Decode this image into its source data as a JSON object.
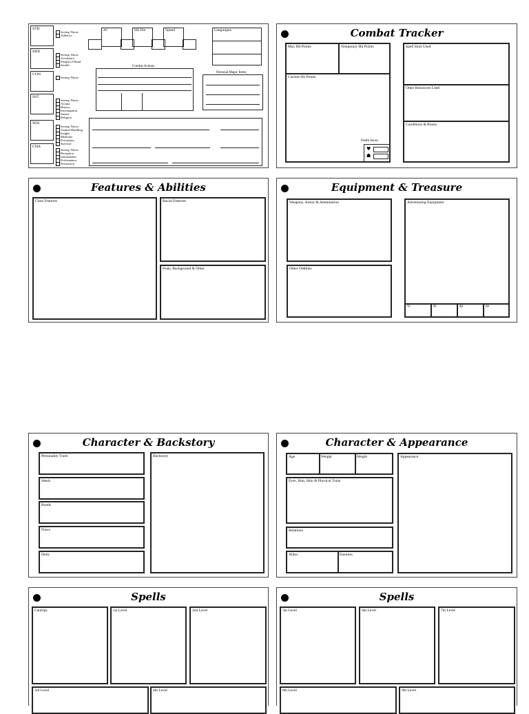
{
  "sheet": {
    "abilities": [
      "STR",
      "DEX",
      "CON",
      "INT",
      "WIS",
      "CHA"
    ],
    "saving": "Saving Throw",
    "skills": {
      "STR": [
        "Saving Throw",
        "Athletics"
      ],
      "DEX": [
        "Saving Throw",
        "Acrobatics",
        "Sleight of Hand",
        "Stealth"
      ],
      "CON": [
        "Saving Throw"
      ],
      "INT": [
        "Saving Throw",
        "Arcana",
        "History",
        "Investigation",
        "Nature",
        "Religion"
      ],
      "WIS": [
        "Saving Throw",
        "Animal Handling",
        "Insight",
        "Medicine",
        "Perception",
        "Survival"
      ],
      "CHA": [
        "Saving Throw",
        "Deception",
        "Intimidation",
        "Performance",
        "Persuasion"
      ]
    },
    "stats": {
      "ac": "AC",
      "hitdie": "Hit Die",
      "speed": "Speed"
    },
    "combat_actions": "Combat Actions",
    "personal_magic": "Personal Magic Items",
    "languages": "Languages"
  },
  "combat": {
    "title": "Combat Tracker",
    "max_hp": "Max Hit Points",
    "temp_hp": "Temporary Hit Points",
    "current_hp": "Current Hit Points",
    "death_saves": "Death Saves",
    "spell_slots": "Spell Slots Used",
    "other_resources": "Other Resources Used",
    "conditions": "Conditions & Boons"
  },
  "features": {
    "title": "Features & Abilities",
    "class": "Class Features",
    "racial": "Racial Features",
    "feats": "Feats, Background & Other"
  },
  "equipment": {
    "title": "Equipment & Treasure",
    "weapons": "Weapons, Armor & Ammunition",
    "adventuring": "Adventuring Equipment",
    "oddities": "Other Oddities",
    "coins": [
      "cp",
      "sp",
      "gp",
      "pp"
    ]
  },
  "backstory": {
    "title": "Character & Backstory",
    "traits": "Personality Traits",
    "ideals": "Ideals",
    "bonds": "Bonds",
    "flaws": "Flaws",
    "deity": "Deity",
    "backstory": "Backstory"
  },
  "appearance": {
    "title": "Character & Appearance",
    "age": "Age",
    "weight": "Weight",
    "height": "Height",
    "eyes": "Eyes, Hair, Skin & Physical Traits",
    "relations": "Relations",
    "allies": "Allies",
    "enemies": "Enemies",
    "appearance": "Appearance"
  },
  "spells1": {
    "title": "Spells",
    "cantrips": "Cantrips",
    "l1": "1st Level",
    "l2": "2nd Level",
    "l3": "3rd Level",
    "l4": "4th Level"
  },
  "spells2": {
    "title": "Spells",
    "l5": "5th Level",
    "l6": "6th Level",
    "l7": "7th Level",
    "l8": "8th Level",
    "l9": "9th Level"
  }
}
